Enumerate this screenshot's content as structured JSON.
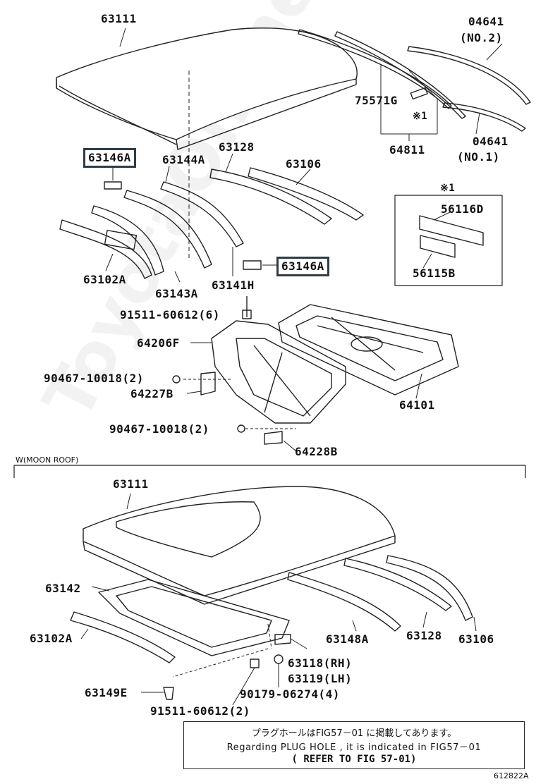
{
  "labels": {
    "p63111_top": "63111",
    "p04641_no2": "04641",
    "p04641_no2_sub": "(NO.2)",
    "p75571g": "75571G",
    "note1_a": "※1",
    "p64811": "64811",
    "p04641_no1": "04641",
    "p04641_no1_sub": "(NO.1)",
    "p63146a_1": "63146A",
    "p63144a": "63144A",
    "p63128_top": "63128",
    "p63106_top": "63106",
    "note1_b": "※1",
    "p56116d": "56116D",
    "p56115b": "56115B",
    "p63102a_top": "63102A",
    "p63143a": "63143A",
    "p63141h": "63141H",
    "p63146a_2": "63146A",
    "p91511_6": "91511-60612(6)",
    "p64206f": "64206F",
    "p90467_a": "90467-10018(2)",
    "p64227b": "64227B",
    "p64101": "64101",
    "p90467_b": "90467-10018(2)",
    "p64228b": "64228B",
    "section_moonroof": "W(MOON ROOF)",
    "p63111_bot": "63111",
    "p63142": "63142",
    "p63102a_bot": "63102A",
    "p63148a": "63148A",
    "p63128_bot": "63128",
    "p63106_bot": "63106",
    "p63118": "63118(RH)",
    "p63119": "63119(LH)",
    "p90179": "90179-06274(4)",
    "p63149e": "63149E",
    "p91511_2": "91511-60612(2)"
  },
  "reference_box": {
    "line1": "プラグホールはFIG57－01 に掲載してあります。",
    "line2": "Regarding PLUG HOLE , it is indicated in FIG57－01",
    "line3": "(  REFER TO FIG 57-01)"
  },
  "figure_code": "612822A",
  "watermark": "ToyotaOnline",
  "colors": {
    "line": "#222222",
    "highlight_box": "#2e3d48"
  }
}
